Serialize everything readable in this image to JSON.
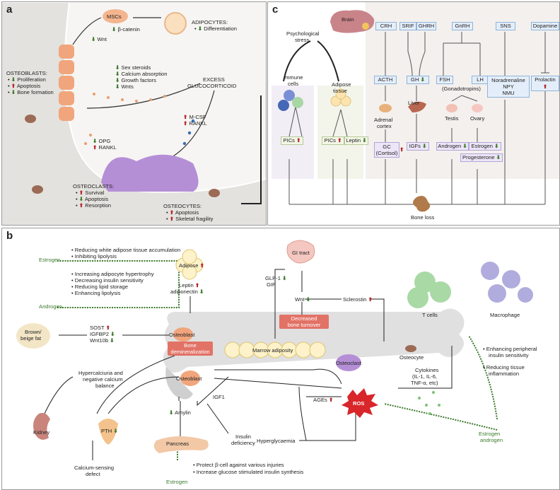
{
  "panel_a": {
    "label": "a",
    "mscs": "MSCs",
    "wnt": "Wnt",
    "beta_catenin": "β-catenin",
    "adipocytes_title": "ADIPOCYTES:",
    "adipocytes_items": [
      "Differentiation"
    ],
    "osteoblasts_title": "OSTEOBLASTS:",
    "osteoblasts_items": [
      "Proliferation",
      "Apoptosis",
      "Bone formation"
    ],
    "factors": [
      "Sex steroids",
      "Calcium absorption",
      "Growth factors",
      "Wnts"
    ],
    "excess_gc": "EXCESS",
    "excess_gc2": "GLUCOCORTICOID",
    "mcsf": "M-CSF",
    "rankl": "RANKL",
    "opg": "OPG",
    "rankl2": "RANKL",
    "osteoclasts_title": "OSTEOCLASTS:",
    "osteoclasts_items": [
      "Survival",
      "Apoptosis",
      "Resorption"
    ],
    "osteocytes_title": "OSTEOCYTES:",
    "osteocytes_items": [
      "Apoptosis",
      "Skeletal fragility"
    ]
  },
  "panel_c": {
    "label": "c",
    "brain": "Brain",
    "psych": "Psychological",
    "psych2": "stress",
    "hormones_top": [
      "CRH",
      "SRIF",
      "GHRH",
      "GnRH",
      "SNS",
      "Dopamine"
    ],
    "immune": "Immune",
    "immune2": "cells",
    "adipose": "Adipose",
    "adipose2": "tissue",
    "acth": "ACTH",
    "gh": "GH",
    "fsh": "FSH",
    "lh": "LH",
    "gonadotropins": "(Gonadotropins)",
    "noradrenaline": "Noradrenaline",
    "npy": "NPY",
    "nmu": "NMU",
    "prolactin": "Prolactin",
    "adrenal": "Adrenal",
    "cortex": "cortex",
    "liver": "Liver",
    "testis": "Testis",
    "ovary": "Ovary",
    "pics1": "PICs",
    "pics2": "PICs",
    "leptin": "Leptin",
    "gc": "GC",
    "cortisol": "(Cortisol)",
    "igfs": "IGFs",
    "androgen": "Androgen",
    "estrogen": "Estrogen",
    "progesterone": "Progesterone",
    "bone_loss": "Bone loss"
  },
  "panel_b": {
    "label": "b",
    "estrogen_label": "Estrogen",
    "estrogen_items": [
      "Reducing white adipose tissue accumulation",
      "Inhibiting lipolysis"
    ],
    "androgen_label": "Androgen",
    "androgen_items": [
      "Increasing adipocyte hypertrophy",
      "Decreasing insulin sensitivity",
      "Reducing lipid storage",
      "Enhancing lipolysis"
    ],
    "adipose": "Adipose",
    "leptin": "Leptin",
    "adiponectin": "adiponectin",
    "gi_tract": "GI tract",
    "glp1": "GLP-1",
    "gip": "GIP",
    "wnt": "Wnt",
    "sclerostin": "Sclerostin",
    "decreased": "Decreased",
    "bone_turnover": "bone turnover",
    "brown": "Brown/",
    "beige": "beige fat",
    "sost": "SOST",
    "igfbp2": "IGFBP2",
    "wnt10b": "Wnt10b",
    "osteoblast": "Osteoblast",
    "bone_demin": "Bone",
    "bone_demin2": "demineralization",
    "marrow": "Marrow adiposity",
    "osteocyte": "Osteocyte",
    "osteoclast": "Osteoclast",
    "osteoblast2": "Osteoblast",
    "hypercalciuria": "Hypercalciuria and",
    "hypercalciuria2": "negative calcium",
    "hypercalciuria3": "balance",
    "igf1": "IGF1",
    "amylin": "Amylin",
    "ages": "AGEs",
    "ros": "ROS",
    "cytokines": "Cytokines",
    "cytokines2": "(IL-1, IL-6,",
    "cytokines3": "TNF-α, etc)",
    "tcells": "T cells",
    "macrophage": "Macrophage",
    "mac_items": [
      "Enhancing peripheral",
      "insulin sensitivity",
      "Reducing tissue",
      "inflammation"
    ],
    "kidney": "Kidney",
    "pth": "PTH",
    "pancreas": "Pancreas",
    "insulin": "Insulin",
    "deficiency": "deficiency",
    "hyperglycaemia": "Hyperglycaemia",
    "calcium_sensing": "Calcium-sensing",
    "defect": "defect",
    "panc_items": [
      "Protect β-cell against various injuries",
      "Increase glucose stimulated insulin synthesis"
    ],
    "estrogen_bottom": "Estrogen",
    "estrogen_androgen": "Estrogen",
    "androgen_bottom": "androgen"
  },
  "colors": {
    "up": "#b3262a",
    "down": "#3c7a2b",
    "osteoblast": "#f1a57c",
    "osteoclast": "#b58fd6",
    "bone": "#e2e2e2"
  }
}
